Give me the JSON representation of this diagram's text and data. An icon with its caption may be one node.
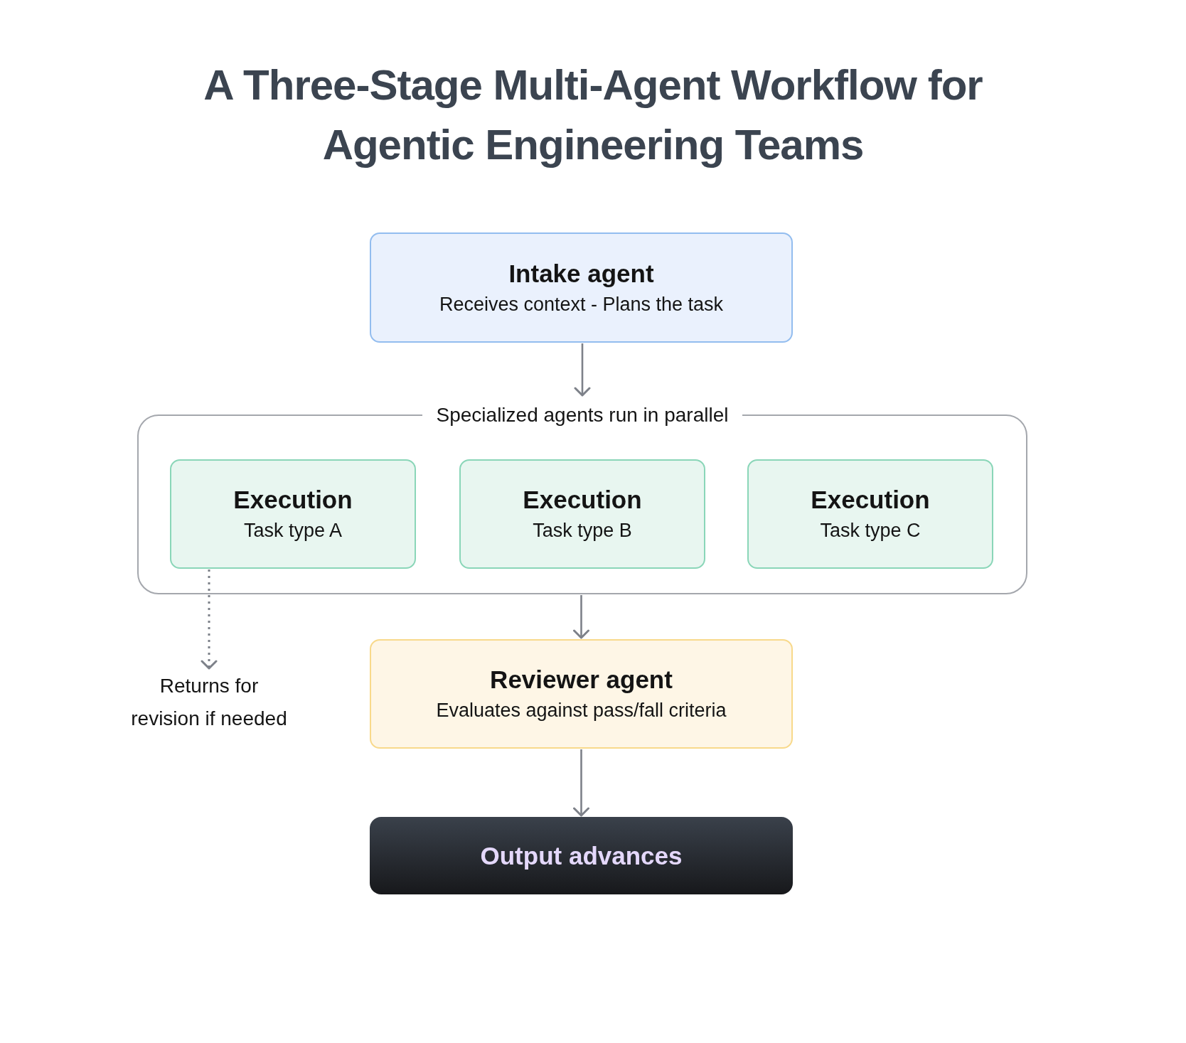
{
  "diagram": {
    "title": "A Three-Stage Multi-Agent Workflow for Agentic Engineering Teams",
    "nodes": [
      {
        "text": [
          "Intake agent",
          "Receives context - Plans the task"
        ]
      },
      {
        "text": [
          "Specialized agents run in parallel"
        ]
      },
      {
        "text": [
          "Execution",
          "Task type A"
        ],
        "in": 1
      },
      {
        "text": [
          "Execution",
          "Task type B"
        ],
        "in": 1
      },
      {
        "text": [
          "Execution",
          "Task type C"
        ],
        "in": 1
      },
      {
        "text": [
          "Reviewer agent",
          "Evaluates against pass/fall criteria"
        ]
      },
      {
        "text": [
          "Output advances"
        ]
      },
      {
        "text": [
          "Returns for revision if needed"
        ]
      }
    ],
    "edges": [
      {
        "from": 0,
        "to": 1,
        "arrow": "to"
      },
      {
        "from": 1,
        "to": 5,
        "arrow": "to"
      },
      {
        "from": 2,
        "to": 7,
        "arrow": "to",
        "style": "dashed"
      },
      {
        "from": 5,
        "to": 6,
        "arrow": "to"
      }
    ]
  }
}
